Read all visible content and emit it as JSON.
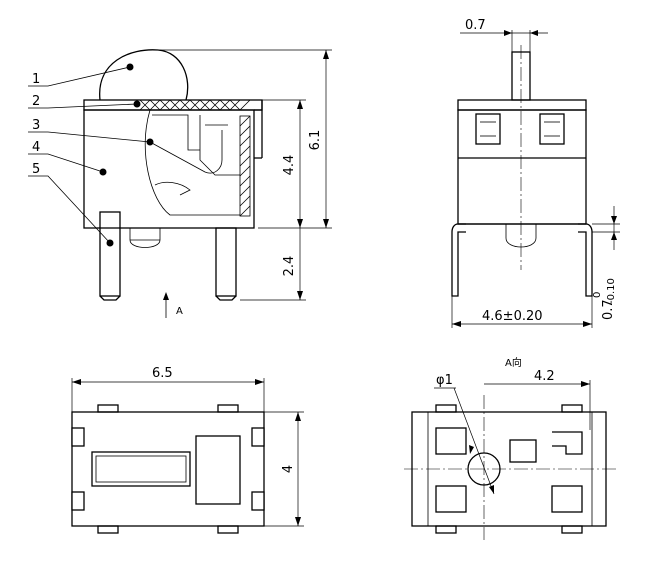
{
  "callouts": [
    "1",
    "2",
    "3",
    "4",
    "5"
  ],
  "dimensions": {
    "side_height_total": "6.1",
    "side_body_height": "4.4",
    "side_pin_length": "2.4",
    "front_stem_width": "0.7",
    "front_body_width": "4.6±0.20",
    "front_tol_main": "0.7",
    "front_tol_upper": "0",
    "front_tol_lower": "-0.10",
    "top_width": "6.5",
    "top_height": "4",
    "bottom_hole": "φ1",
    "bottom_spacing": "4.2"
  },
  "view_labels": {
    "view_arrow": "A",
    "view_title": "A向"
  }
}
